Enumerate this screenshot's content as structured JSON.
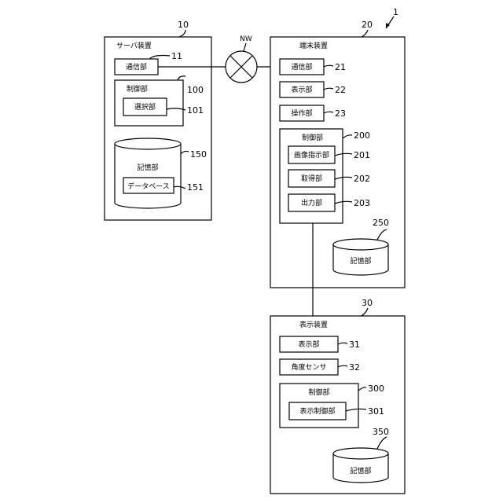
{
  "system_ref": "1",
  "network": {
    "label": "NW"
  },
  "server": {
    "title": "サーバ装置",
    "ref": "10",
    "comm": {
      "label": "通信部",
      "ref": "11"
    },
    "control": {
      "label": "制御部",
      "ref": "100"
    },
    "select": {
      "label": "選択部",
      "ref": "101"
    },
    "storage": {
      "label": "記憶部",
      "ref": "150"
    },
    "database": {
      "label": "データベース",
      "ref": "151"
    }
  },
  "terminal": {
    "title": "端末装置",
    "ref": "20",
    "comm": {
      "label": "通信部",
      "ref": "21"
    },
    "display": {
      "label": "表示部",
      "ref": "22"
    },
    "operation": {
      "label": "操作部",
      "ref": "23"
    },
    "control": {
      "label": "制御部",
      "ref": "200"
    },
    "image_instruct": {
      "label": "画像指示部",
      "ref": "201"
    },
    "acquire": {
      "label": "取得部",
      "ref": "202"
    },
    "output": {
      "label": "出力部",
      "ref": "203"
    },
    "storage": {
      "label": "記憶部",
      "ref": "250"
    }
  },
  "display_device": {
    "title": "表示装置",
    "ref": "30",
    "display": {
      "label": "表示部",
      "ref": "31"
    },
    "angle_sensor": {
      "label": "角度センサ",
      "ref": "32"
    },
    "control": {
      "label": "制御部",
      "ref": "300"
    },
    "display_control": {
      "label": "表示制御部",
      "ref": "301"
    },
    "storage": {
      "label": "記憶部",
      "ref": "350"
    }
  }
}
